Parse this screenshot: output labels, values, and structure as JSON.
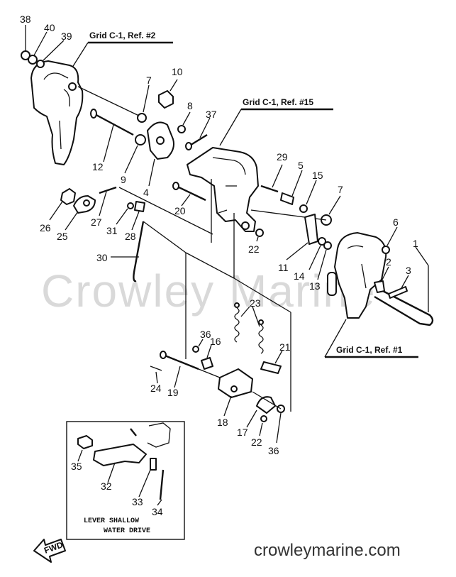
{
  "refs": {
    "ref2": "Grid C-1, Ref. #2",
    "ref15": "Grid C-1, Ref. #15",
    "ref1": "Grid C-1, Ref. #1"
  },
  "inset": {
    "caption_line1": "LEVER SHALLOW",
    "caption_line2": "WATER DRIVE"
  },
  "fwd_label": "FWD",
  "watermark": "Crowley Marine",
  "site": "crowleymarine.com",
  "callouts": {
    "c38": "38",
    "c40": "40",
    "c39": "39",
    "c10": "10",
    "c7a": "7",
    "c8": "8",
    "c37": "37",
    "c12": "12",
    "c9": "9",
    "c4": "4",
    "c29": "29",
    "c5": "5",
    "c15": "15",
    "c7b": "7",
    "c26": "26",
    "c25": "25",
    "c27": "27",
    "c31": "31",
    "c28": "28",
    "c20": "20",
    "c22a": "22",
    "c6": "6",
    "c1": "1",
    "c2": "2",
    "c3": "3",
    "c11": "11",
    "c14": "14",
    "c13": "13",
    "c30": "30",
    "c23": "23",
    "c36a": "36",
    "c16": "16",
    "c21": "21",
    "c24": "24",
    "c19": "19",
    "c18": "18",
    "c17": "17",
    "c22b": "22",
    "c36b": "36",
    "c35": "35",
    "c32": "32",
    "c33": "33",
    "c34": "34"
  }
}
